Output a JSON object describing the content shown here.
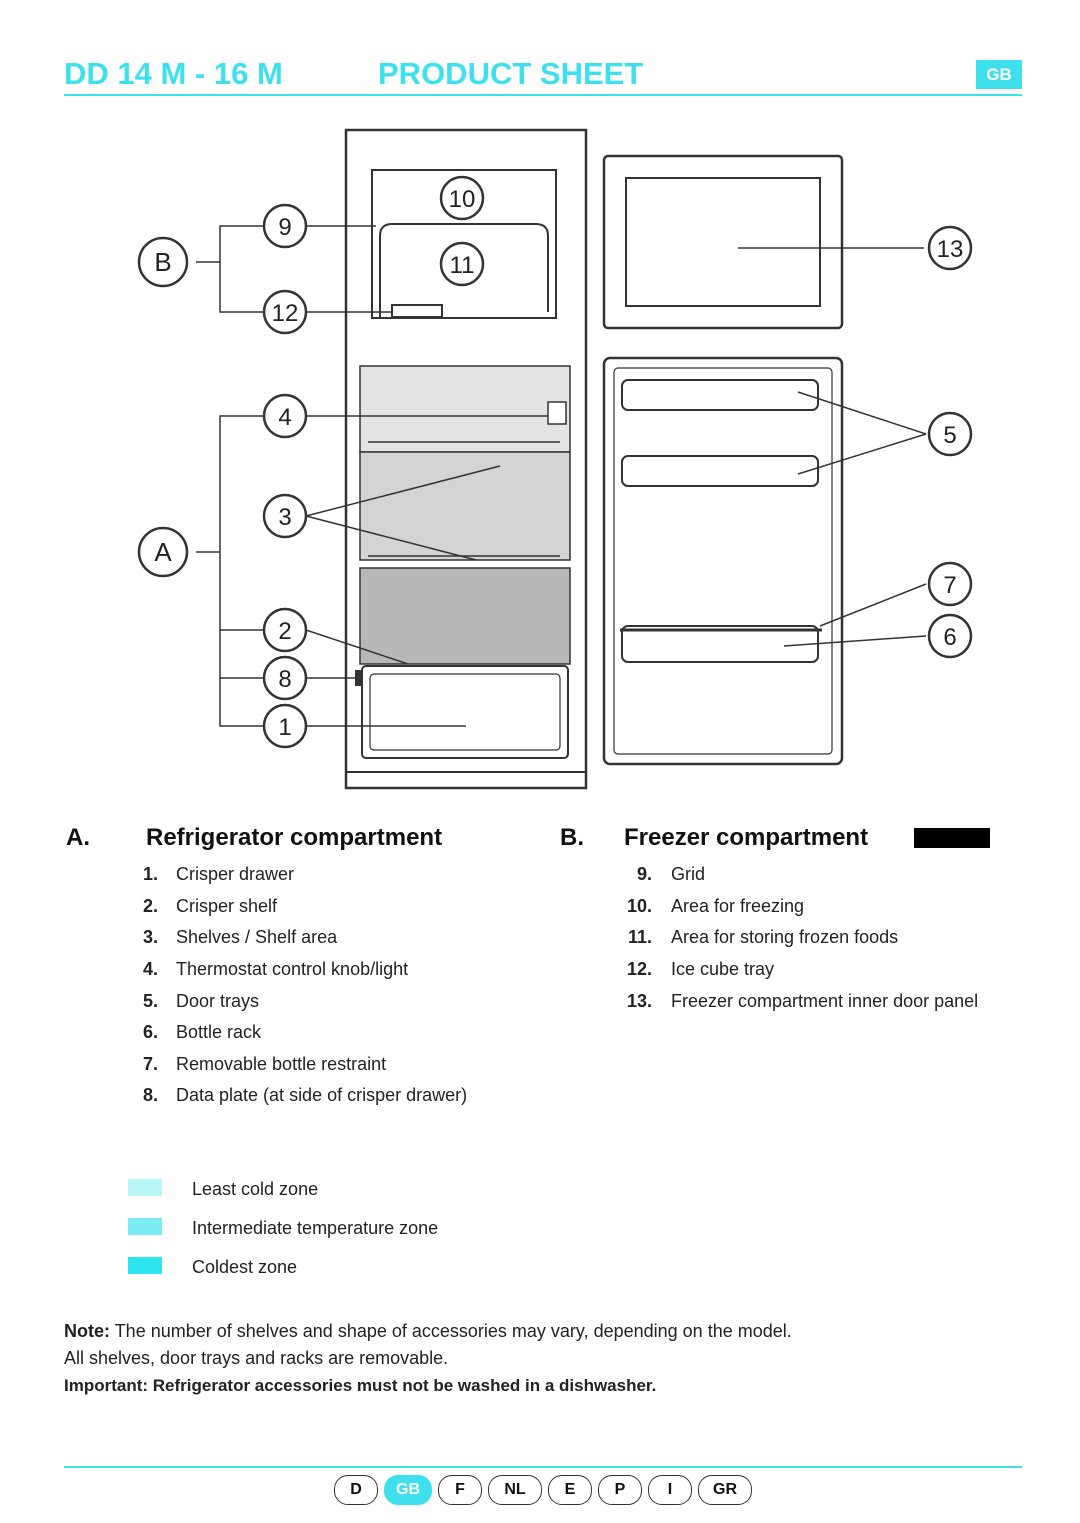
{
  "header": {
    "model": "DD 14 M - 16 M",
    "title": "PRODUCT SHEET",
    "lang_badge": "GB"
  },
  "diagram": {
    "callouts": [
      "10",
      "9",
      "B",
      "11",
      "12",
      "13",
      "4",
      "5",
      "3",
      "A",
      "2",
      "8",
      "1",
      "7",
      "6"
    ]
  },
  "sections": {
    "refrigerator": {
      "letter": "A.",
      "title": "Refrigerator compartment",
      "items": [
        {
          "num": "1.",
          "label": "Crisper drawer"
        },
        {
          "num": "2.",
          "label": "Crisper shelf"
        },
        {
          "num": "3.",
          "label": "Shelves / Shelf area"
        },
        {
          "num": "4.",
          "label": "Thermostat control knob/light"
        },
        {
          "num": "5.",
          "label": "Door trays"
        },
        {
          "num": "6.",
          "label": "Bottle rack"
        },
        {
          "num": "7.",
          "label": "Removable bottle restraint"
        },
        {
          "num": "8.",
          "label": "Data plate (at side of crisper drawer)"
        }
      ]
    },
    "freezer": {
      "letter": "B.",
      "title": "Freezer compartment",
      "items": [
        {
          "num": "9.",
          "label": "Grid"
        },
        {
          "num": "10.",
          "label": "Area for freezing"
        },
        {
          "num": "11.",
          "label": "Area for storing frozen foods"
        },
        {
          "num": "12.",
          "label": "Ice cube tray"
        },
        {
          "num": "13.",
          "label": "Freezer compartment inner door panel"
        }
      ]
    }
  },
  "legend": [
    {
      "label": "Least cold zone",
      "color": "#b8f6f8"
    },
    {
      "label": "Intermediate temperature zone",
      "color": "#7cecf2"
    },
    {
      "label": "Coldest zone",
      "color": "#2ee4ee"
    }
  ],
  "notes": {
    "note_label": "Note:",
    "note_text": "The number of shelves and shape of accessories may vary, depending on the model.",
    "note_line2": "All shelves, door trays and racks are removable.",
    "important": "Important: Refrigerator accessories must not be washed in a dishwasher."
  },
  "languages": [
    {
      "code": "D",
      "active": false
    },
    {
      "code": "GB",
      "active": true
    },
    {
      "code": "F",
      "active": false
    },
    {
      "code": "NL",
      "active": false
    },
    {
      "code": "E",
      "active": false
    },
    {
      "code": "P",
      "active": false
    },
    {
      "code": "I",
      "active": false
    },
    {
      "code": "GR",
      "active": false
    }
  ],
  "colors": {
    "accent": "#3ee0ee",
    "shelf_grey": "#d4d4d4",
    "crisper_grey": "#b8b8b8",
    "top_grey": "#e4e4e4"
  }
}
